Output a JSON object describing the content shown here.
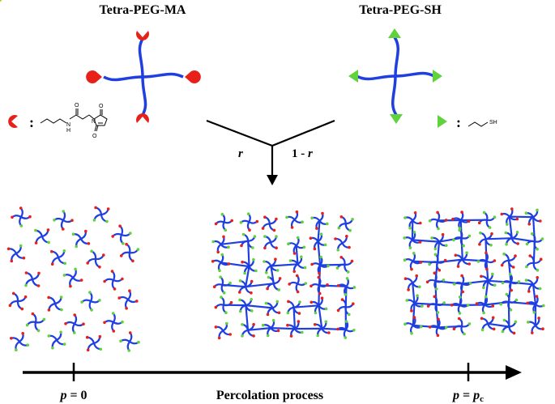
{
  "top": {
    "left_title": "Tetra-PEG-MA",
    "right_title": "Tetra-PEG-SH",
    "colon": ":",
    "chem_N": "N",
    "chem_H": "H",
    "chem_O": "O",
    "chem_SH": "SH"
  },
  "mix": {
    "left_ratio": "r",
    "right_ratio_prefix": "1 - ",
    "right_ratio_var": "r"
  },
  "axis": {
    "label": "Percolation process",
    "start_var": "p",
    "start_rest": " = 0",
    "end_var": "p",
    "end_eq": " = ",
    "end_p": "p",
    "end_sub": "c"
  },
  "colors": {
    "arm": "#1f3fe0",
    "ma_end": "#e8201a",
    "sh_end": "#5fd23c",
    "bond": "#c8c03a"
  }
}
